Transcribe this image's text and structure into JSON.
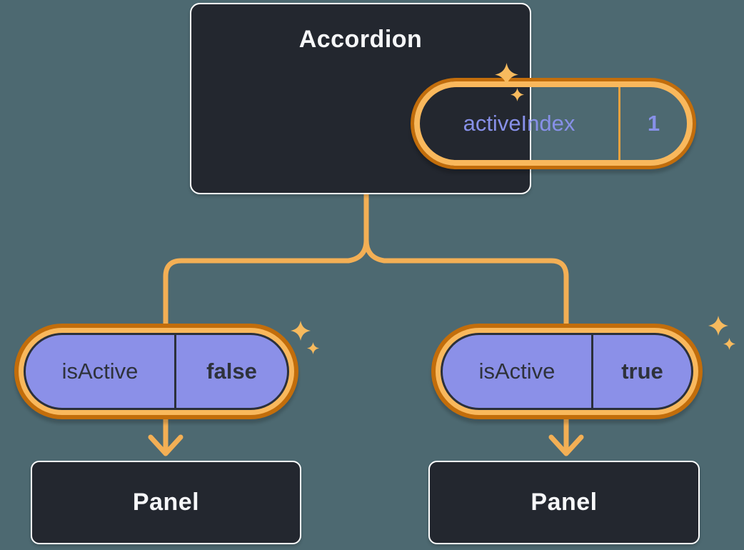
{
  "colors": {
    "background": "#4D6971",
    "node_bg": "#23272F",
    "node_border": "#FFFFFF",
    "node_text": "#F6F7F9",
    "purple_fill": "#8B90E8",
    "purple_text": "#8790E8",
    "dark_text": "#2E323B",
    "dark_border": "#2B303A",
    "ring_light": "#F9B85C",
    "ring_dark": "#C26D0B",
    "wire": "#F3AF55",
    "sparkle": "#F7BA5E",
    "divider_orange": "#E8A23E"
  },
  "accordion": {
    "title": "Accordion",
    "state": {
      "name": "activeIndex",
      "value": "1"
    }
  },
  "children": [
    {
      "prop_name": "isActive",
      "prop_value": "false",
      "panel_title": "Panel"
    },
    {
      "prop_name": "isActive",
      "prop_value": "true",
      "panel_title": "Panel"
    }
  ],
  "icons": {
    "sparkle": "four-point-sparkle",
    "arrow": "arrow-down"
  }
}
